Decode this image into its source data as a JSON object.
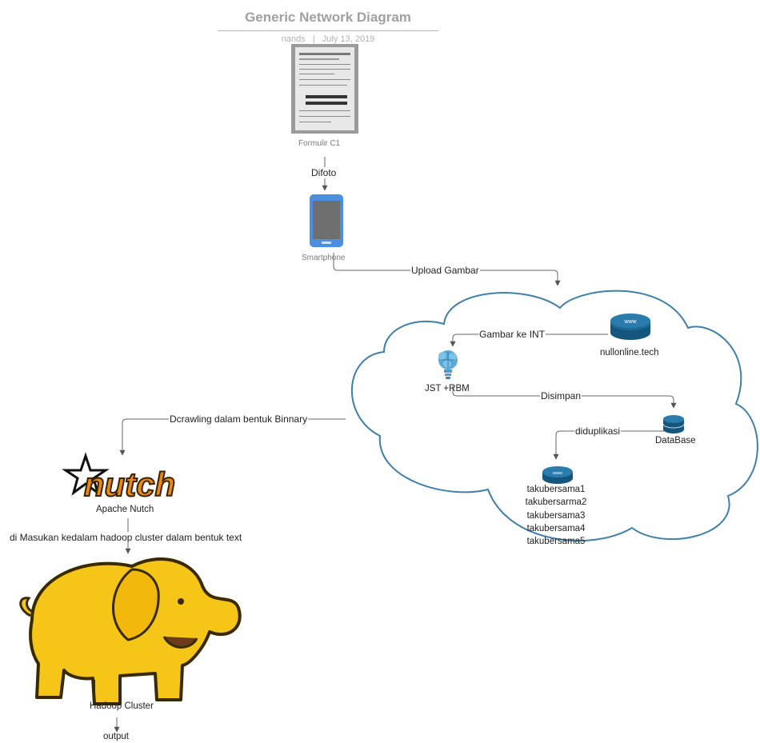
{
  "header": {
    "title": "Generic Network Diagram",
    "author": "nands",
    "separator": "|",
    "date": "July 13, 2019"
  },
  "nodes": {
    "form": {
      "label": "Formulir C1"
    },
    "phone": {
      "label": "Smartphone"
    },
    "server": {
      "label": "nullonline.tech"
    },
    "brain": {
      "label": "JST +RBM"
    },
    "database": {
      "label": "DataBase"
    },
    "sites": {
      "items": [
        "takubersama1",
        "takubersarma2",
        "takubersama3",
        "takubersama4",
        "takubersama5"
      ]
    },
    "nutch": {
      "logo_text": "nutch",
      "label": "Apache Nutch"
    },
    "hadoop": {
      "label": "Hadoop Cluster"
    },
    "output": {
      "label": "output"
    }
  },
  "edges": {
    "difoto": "Difoto",
    "upload": "Upload Gambar",
    "gambar_int": "Gambar ke INT",
    "disimpan": "Disimpan",
    "diduplikasi": "diduplikasi",
    "crawling": "Dcrawling dalam bentuk Binnary",
    "masukan": "di Masukan kedalam hadoop cluster dalam bentuk text"
  },
  "icons": {
    "server_badge": "www",
    "site_badge": "www"
  },
  "colors": {
    "cloud_stroke": "#3f7fa8",
    "aws_blue": "#1d6a97",
    "phone_blue": "#4a8fe0",
    "nutch_orange": "#e88b0e",
    "hadoop_yellow": "#f5c518"
  }
}
